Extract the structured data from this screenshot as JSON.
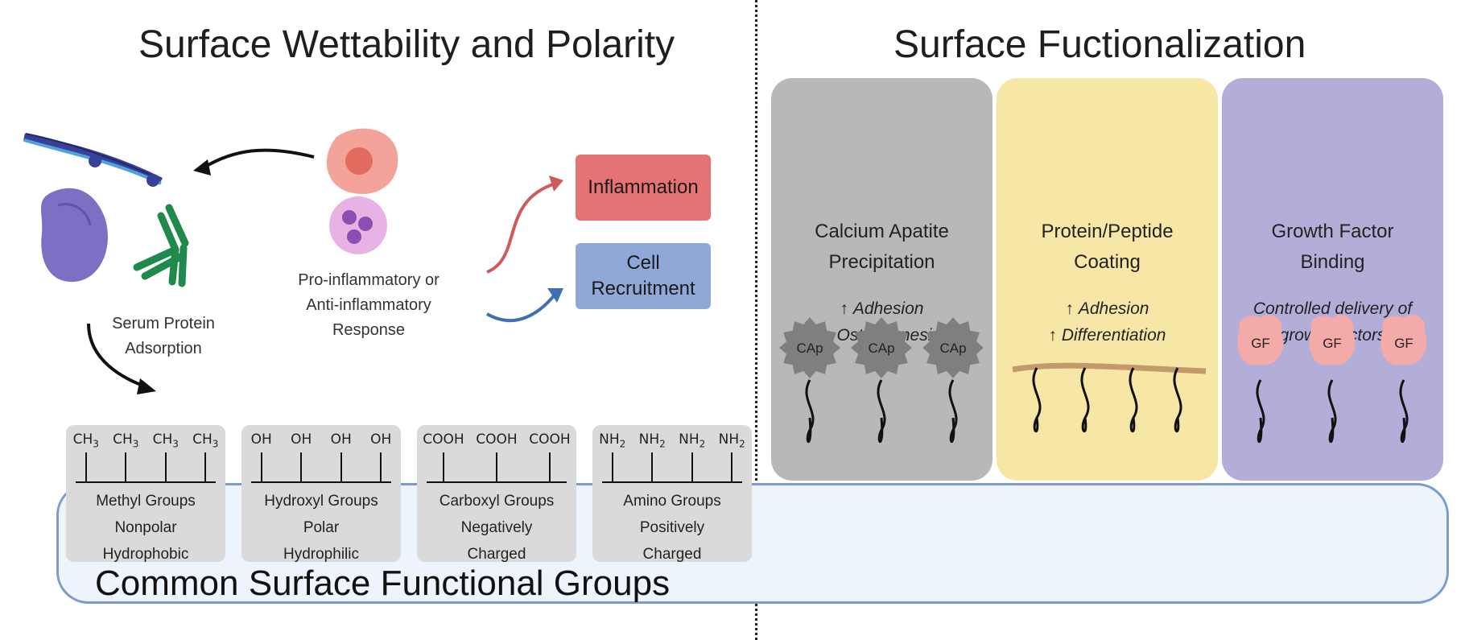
{
  "titles": {
    "left": "Surface Wettability and Polarity",
    "right": "Surface Fuctionalization",
    "bottom": "Common Surface Functional Groups"
  },
  "left_diagram": {
    "serum_label": [
      "Serum Protein",
      "Adsorption"
    ],
    "response_label": [
      "Pro-inflammatory or",
      "Anti-inflammatory",
      "Response"
    ],
    "inflammation_box": {
      "label": "Inflammation",
      "color": "#e57373"
    },
    "recruitment_box": {
      "label_line1": "Cell",
      "label_line2": "Recruitment",
      "color": "#8fa8d8"
    }
  },
  "groups": [
    {
      "formula": "CH3",
      "count": 4,
      "lines": [
        "Methyl Groups",
        "Nonpolar",
        "Hydrophobic"
      ]
    },
    {
      "formula": "OH",
      "count": 4,
      "lines": [
        "Hydroxyl Groups",
        "Polar",
        "Hydrophilic"
      ]
    },
    {
      "formula": "COOH",
      "count": 3,
      "lines": [
        "Carboxyl Groups",
        "Negatively",
        "Charged"
      ]
    },
    {
      "formula": "NH2",
      "count": 4,
      "lines": [
        "Amino Groups",
        "Positively",
        "Charged"
      ]
    }
  ],
  "panels": [
    {
      "title": [
        "Calcium Apatite",
        "Precipitation"
      ],
      "notes": [
        "Adhesion",
        "Osteogenesis"
      ],
      "arrows": true,
      "particle_label": "CAp",
      "color": "#b8b8b8"
    },
    {
      "title": [
        "Protein/Peptide",
        "Coating"
      ],
      "notes": [
        "Adhesion",
        "Differentiation"
      ],
      "arrows": true,
      "particle_label": "",
      "color": "#f7e7a6"
    },
    {
      "title": [
        "Growth Factor",
        "Binding"
      ],
      "notes": [
        "Controlled delivery of",
        "growth factors"
      ],
      "arrows": false,
      "particle_label": "GF",
      "color": "#b3aed8"
    }
  ],
  "up_arrow": "↑",
  "colors": {
    "base_border": "#7d9ccc",
    "base_fill": "#eef4fb",
    "group_fill": "#dadada",
    "cap_particle": "#7f7f7f",
    "gf_particle": "#f4aaa8",
    "protein_blob": "#7d6fc4",
    "antibody": "#1f8a4c"
  }
}
